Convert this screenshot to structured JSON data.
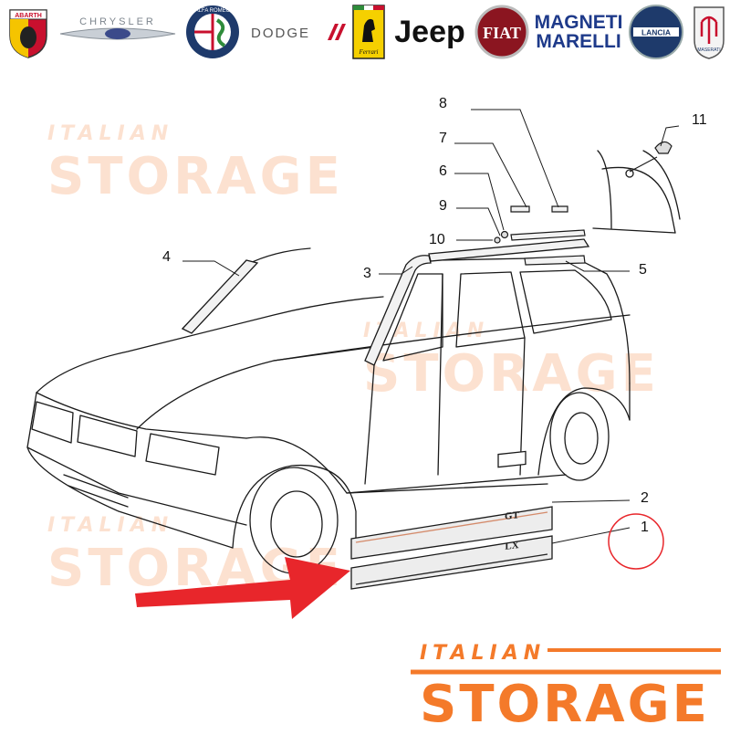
{
  "brands": [
    {
      "name": "abarth",
      "label": "ABARTH"
    },
    {
      "name": "chrysler",
      "label": "CHRYSLER"
    },
    {
      "name": "alfa-romeo",
      "label": "ALFA ROMEO"
    },
    {
      "name": "dodge",
      "label": "DODGE"
    },
    {
      "name": "ferrari",
      "label": "Ferrari"
    },
    {
      "name": "jeep",
      "label": "Jeep"
    },
    {
      "name": "fiat",
      "label": "FIAT"
    },
    {
      "name": "magneti-marelli",
      "label_top": "MAGNETI",
      "label_bottom": "MARELLI"
    },
    {
      "name": "lancia",
      "label": "LANCIA"
    },
    {
      "name": "maserati",
      "label": "MASERATI"
    }
  ],
  "watermark": {
    "top": "ITALIAN",
    "bottom": "STORAGE"
  },
  "logo": {
    "top": "ITALIAN",
    "bottom": "STORAGE",
    "color": "#f47a2a"
  },
  "callouts": [
    "1",
    "2",
    "3",
    "4",
    "5",
    "6",
    "7",
    "8",
    "9",
    "10",
    "11"
  ],
  "badges": {
    "upper": "GT",
    "lower": "LX"
  },
  "colors": {
    "arrow": "#e8262b",
    "circle": "#e8262b",
    "line": "#1a1a1a"
  }
}
